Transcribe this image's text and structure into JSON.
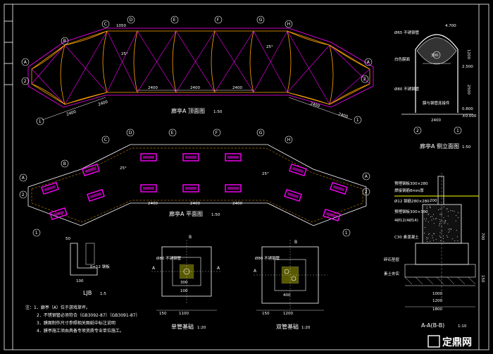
{
  "drawing": {
    "roof_plan_title": "廊亭A 顶面图",
    "roof_plan_scale": "1:50",
    "floor_plan_title": "廊亭A 平面图",
    "floor_plan_scale": "1:50",
    "side_elev_title": "廊亭A 侧立面图",
    "side_elev_scale": "1:50",
    "ljb_title": "LJB",
    "ljb_scale": "1:5",
    "single_found_title": "单管基础",
    "single_found_scale": "1:20",
    "double_found_title": "双管基础",
    "double_found_scale": "1:20",
    "section_title": "A-A(B-B)",
    "section_scale": "1:10"
  },
  "axes_top": [
    "A",
    "B",
    "C",
    "D",
    "E",
    "F",
    "G",
    "H"
  ],
  "axes_bottom": [
    "A",
    "B",
    "C",
    "D",
    "E",
    "F",
    "G",
    "H"
  ],
  "axis_numbers": [
    "1",
    "2"
  ],
  "roof_dims": {
    "bay": "2400",
    "angle": "25°",
    "top_dim": "1050"
  },
  "floor_dims": {
    "bay": "2400",
    "angle": "25°"
  },
  "elevation": {
    "tube_label": "Ø65 不锈钢管",
    "level_top": "4.700",
    "level_mid": "2.500",
    "level_low": "0.800",
    "level_zero": "±0.000",
    "dim_1200": "1200",
    "dim_2500": "2500",
    "dim_2400": "2400",
    "label_roof": "白色膜面",
    "label_tube": "Ø80 不锈钢管",
    "label_joint": "膜与钢管连接件",
    "dim_300": "300",
    "axis_left": "2",
    "axis_right": "1"
  },
  "ljb": {
    "dim_t": "δ=12 钢板",
    "dim_50": "50",
    "dim_100": "100"
  },
  "single_found": {
    "label": "Ø80 不锈钢管",
    "dim_300": "300",
    "dim_100": "100",
    "dim_1100": "1100",
    "dim_150": "150",
    "sec_a": "A",
    "sec_b": "B"
  },
  "double_found": {
    "label": "Ø80 不锈钢管",
    "dim_400": "400",
    "dim_1200": "1200",
    "dim_150": "150",
    "sec_a": "A",
    "sec_b": "B"
  },
  "section": {
    "label_1": "预埋钢板300×280",
    "label_2": "焊接钢筋8mm厚",
    "label_3": "Ø12 钢筋280×280",
    "label_4": "预埋钢板300×300",
    "label_5": "4Ø12(4Ø14)",
    "label_6": "C30 素混凝土",
    "label_7": "碎石垫层",
    "label_8": "素土夯实",
    "dim_200": "200",
    "dim_1000": "1000",
    "dim_1200": "1200",
    "dim_1800": "1800",
    "dim_700": "700",
    "dim_150": "150"
  },
  "notes": [
    "注：1．廊亭（A）位于游戏草坪。",
    "2．不锈钢管必须符合（GB3092-87）（GB3091-87）",
    "3．膜面制作尺寸参照相关图纸中标注说明",
    "4．膜亭施工须由具备专项资质专业单位施工。"
  ],
  "watermark": "定鼎网",
  "colors": {
    "background": "#000000",
    "frame": "#ffffff",
    "membrane_line": "#ff00ff",
    "structure": "#ffa500",
    "axis_circle": "#ffffff",
    "bench": "#ff00ff",
    "dimension": "#ffffff",
    "fill_yellow": "#ffff00",
    "cyan": "#00ffff"
  }
}
